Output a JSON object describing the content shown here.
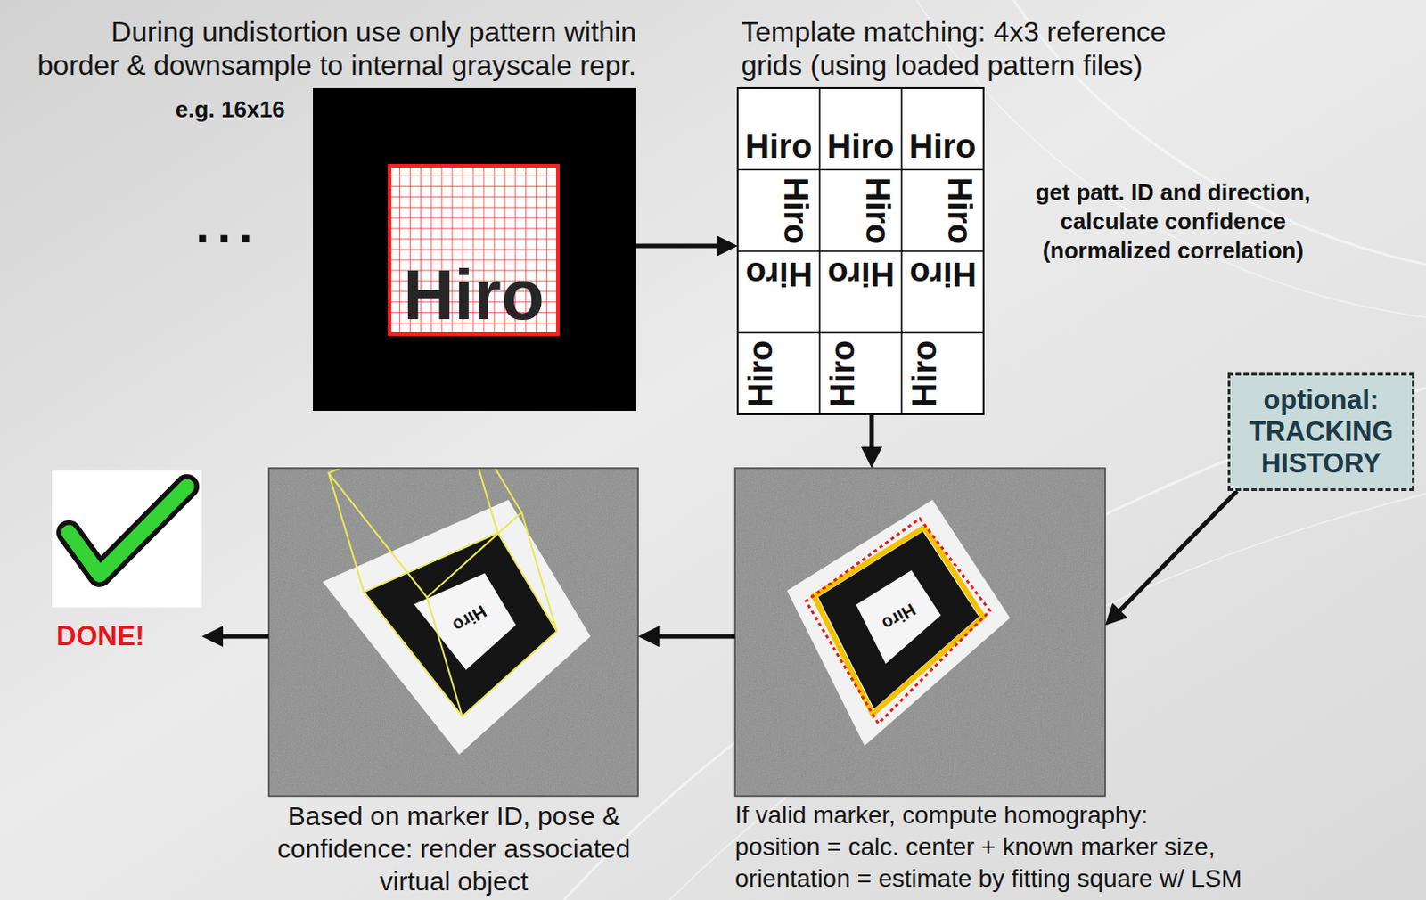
{
  "diagram": {
    "nodes": [
      {
        "text": [
          "During undistortion use only pattern within border & downsample to internal grayscale repr.",
          "Hiro"
        ]
      },
      {
        "text": [
          "Template matching: 4x3 reference grids (using loaded pattern files)",
          "Hiro",
          "Hiro",
          "Hiro",
          "Hiro",
          "Hiro",
          "Hiro",
          "Hiro",
          "Hiro",
          "Hiro",
          "Hiro",
          "Hiro",
          "Hiro"
        ]
      },
      {
        "text": [
          "optional:",
          "TRACKING HISTORY"
        ]
      },
      {
        "text": [
          "If valid marker, compute homography:",
          "position = calc. center + known marker size,",
          "orientation = estimate by fitting square w/ LSM",
          "Hiro"
        ]
      },
      {
        "text": [
          "Based on marker ID, pose & confidence: render associated virtual object",
          "Hiro"
        ]
      },
      {
        "text": [
          "DONE!"
        ]
      }
    ],
    "edges": [
      {
        "from": 0,
        "to": 1,
        "arrow": "to"
      },
      {
        "from": 1,
        "to": 3,
        "arrow": "to"
      },
      {
        "from": 2,
        "to": 3,
        "arrow": "to"
      },
      {
        "from": 3,
        "to": 4,
        "arrow": "to"
      },
      {
        "from": 4,
        "to": 5,
        "arrow": "to"
      }
    ],
    "labels": [
      "e.g. 16x16",
      "...",
      "get patt. ID and direction, calculate confidence (normalized correlation)"
    ]
  }
}
